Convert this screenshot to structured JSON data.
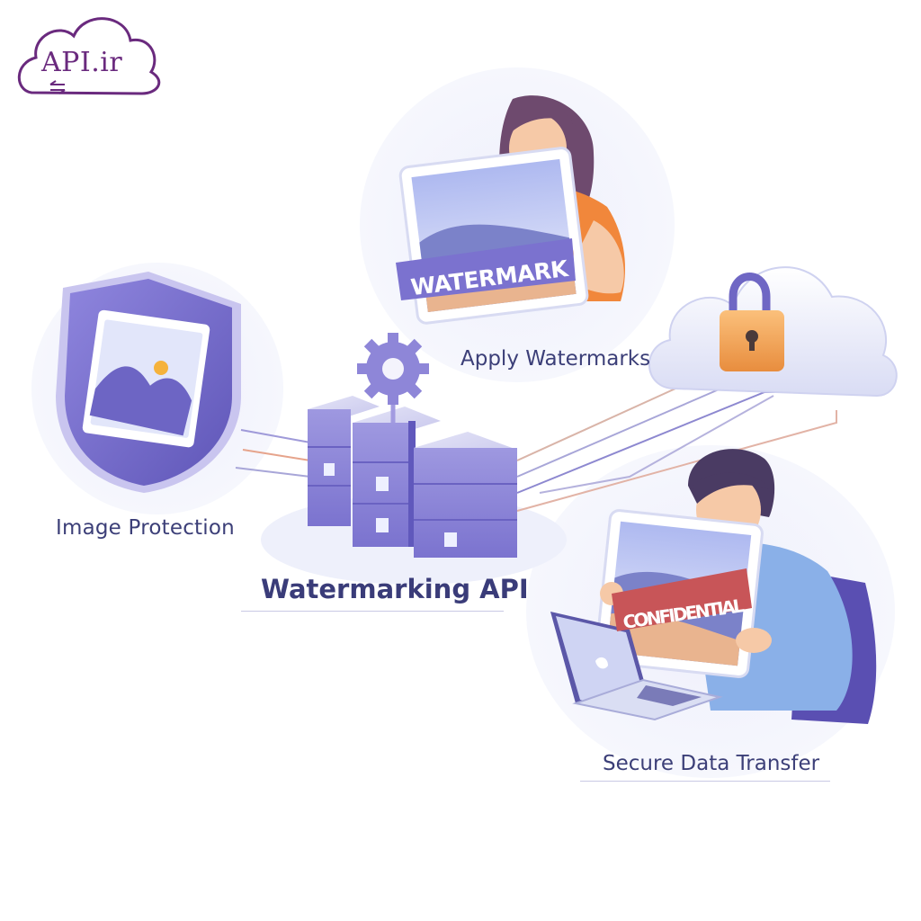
{
  "logo": {
    "text": "API.ir"
  },
  "labels": {
    "image_protection": "Image Protection",
    "apply_watermarks": "Apply Watermarks",
    "watermarking_api": "Watermarking API",
    "secure_data_transfer": "Secure Data Transfer"
  },
  "banners": {
    "watermark": "WATERMARK",
    "confidential": "CONFIDENTIAL"
  },
  "colors": {
    "brand": "#6a2a7e",
    "primary": "#7b72cf",
    "text": "#3c3f78",
    "accent_orange": "#f08a3c",
    "accent_red": "#c85558"
  }
}
